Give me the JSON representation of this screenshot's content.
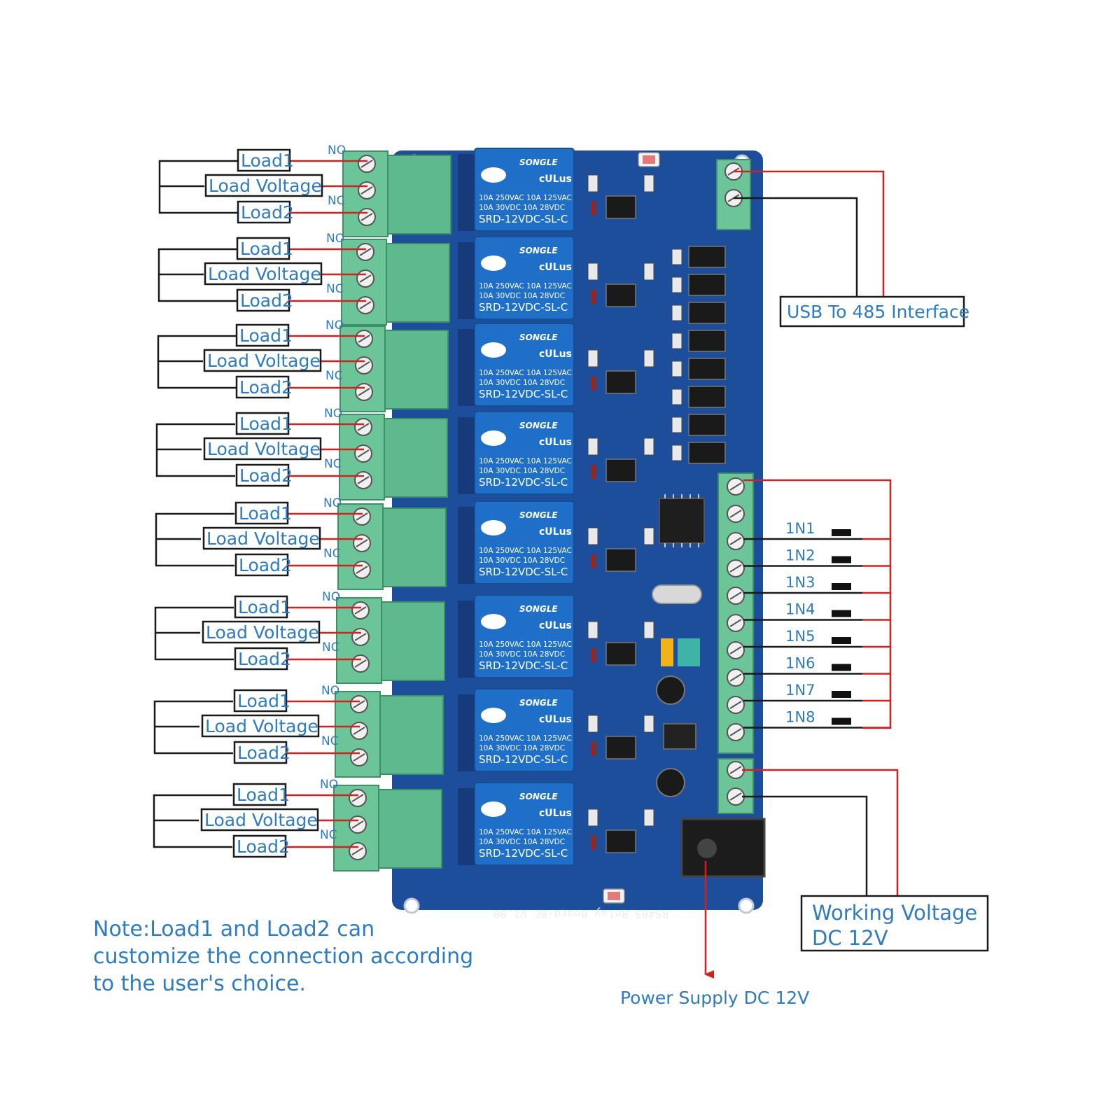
{
  "channels": [
    {
      "no": "NO",
      "nc": "NC",
      "load1": "Load1",
      "load_voltage": "Load Voltage",
      "load2": "Load2"
    },
    {
      "no": "NO",
      "nc": "NC",
      "load1": "Load1",
      "load_voltage": "Load Voltage",
      "load2": "Load2"
    },
    {
      "no": "NO",
      "nc": "NC",
      "load1": "Load1",
      "load_voltage": "Load Voltage",
      "load2": "Load2"
    },
    {
      "no": "NO",
      "nc": "NC",
      "load1": "Load1",
      "load_voltage": "Load Voltage",
      "load2": "Load2"
    },
    {
      "no": "NO",
      "nc": "NC",
      "load1": "Load1",
      "load_voltage": "Load Voltage",
      "load2": "Load2"
    },
    {
      "no": "NO",
      "nc": "NC",
      "load1": "Load1",
      "load_voltage": "Load Voltage",
      "load2": "Load2"
    },
    {
      "no": "NO",
      "nc": "NC",
      "load1": "Load1",
      "load_voltage": "Load Voltage",
      "load2": "Load2"
    },
    {
      "no": "NO",
      "nc": "NC",
      "load1": "Load1",
      "load_voltage": "Load Voltage",
      "load2": "Load2"
    }
  ],
  "relay": {
    "brand": "SONGLE",
    "line1": "10A 250VAC 10A 125VAC",
    "line2": "10A 30VDC 10A 28VDC",
    "model": "SRD-12VDC-SL-C"
  },
  "inputs": [
    "1N1",
    "1N2",
    "1N3",
    "1N4",
    "1N5",
    "1N6",
    "1N7",
    "1N8"
  ],
  "usb_label": "USB To 485 Interface",
  "working_voltage": {
    "line1": "Working Voltage",
    "line2": "DC 12V"
  },
  "power_supply": "Power Supply DC 12V",
  "board_label": "RS485 Relay Board-8C V1.00",
  "note": "Note:Load1 and Load2 can customize the connection according to the user's choice.",
  "colors": {
    "label_blue": "#2e7bbf",
    "wire_red": "#d42020",
    "pcb_blue": "#1c4e9c",
    "relay_blue": "#1f6fc8",
    "terminal_green": "#6cc499"
  }
}
